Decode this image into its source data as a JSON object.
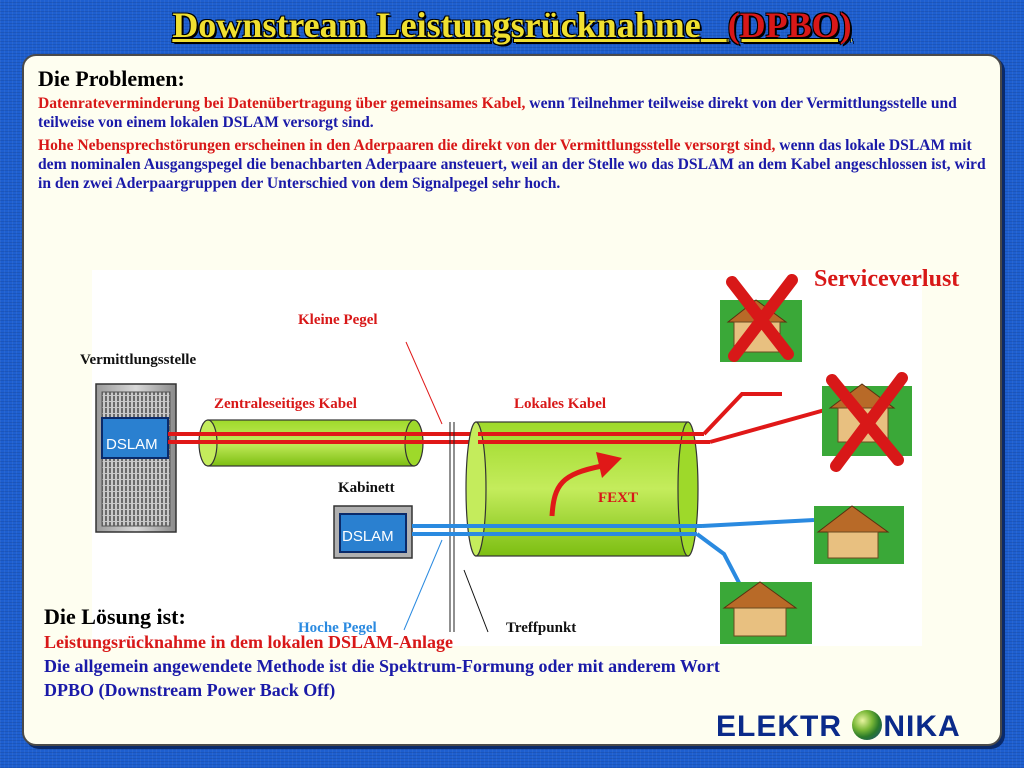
{
  "title": {
    "main": "Downstream Leistungsrücknahme",
    "abbr": "(DPBO)"
  },
  "problems": {
    "heading": "Die Problemen:",
    "p1_red": "Datenrateverminderung bei Datenübertragung über gemeinsames Kabel,",
    "p1_blue": " wenn  Teilnehmer teilweise direkt von der Vermittlungsstelle und teilweise von einem lokalen DSLAM versorgt sind.",
    "p2_red": "Hohe Nebensprechstörungen erscheinen in den Aderpaaren die direkt von der Vermittlungsstelle versorgt sind,",
    "p2_blue": " wenn das lokale DSLAM mit dem nominalen Ausgangspegel die benachbarten Aderpaare ansteuert, weil an der Stelle wo das DSLAM an dem Kabel angeschlossen ist, wird in den zwei Aderpaargruppen der Unterschied von dem Signalpegel sehr hoch."
  },
  "diagram": {
    "vermittlungsstelle": "Vermittlungsstelle",
    "dslam_central": "DSLAM",
    "kleine_pegel": "Kleine Pegel",
    "zentral_kabel": "Zentraleseitiges Kabel",
    "lokales_kabel": "Lokales Kabel",
    "kabinett": "Kabinett",
    "dslam_cabinet": "DSLAM",
    "fext": "FEXT",
    "hoche_pegel": "Hoche Pegel",
    "treffpunkt": "Treffpunkt",
    "serviceverlust": "Serviceverlust"
  },
  "solution": {
    "heading": "Die Lösung ist",
    "heading_colon": ":",
    "line1": "Leistungsrücknahme in dem lokalen DSLAM-Anlage",
    "line2": "Die allgemein angewendete Methode ist die Spektrum-Formung oder mit anderem Wort",
    "line3": "DPBO (Downstream Power Back Off)"
  },
  "logo": {
    "left": "ELEKTR",
    "right": "NIKA"
  }
}
